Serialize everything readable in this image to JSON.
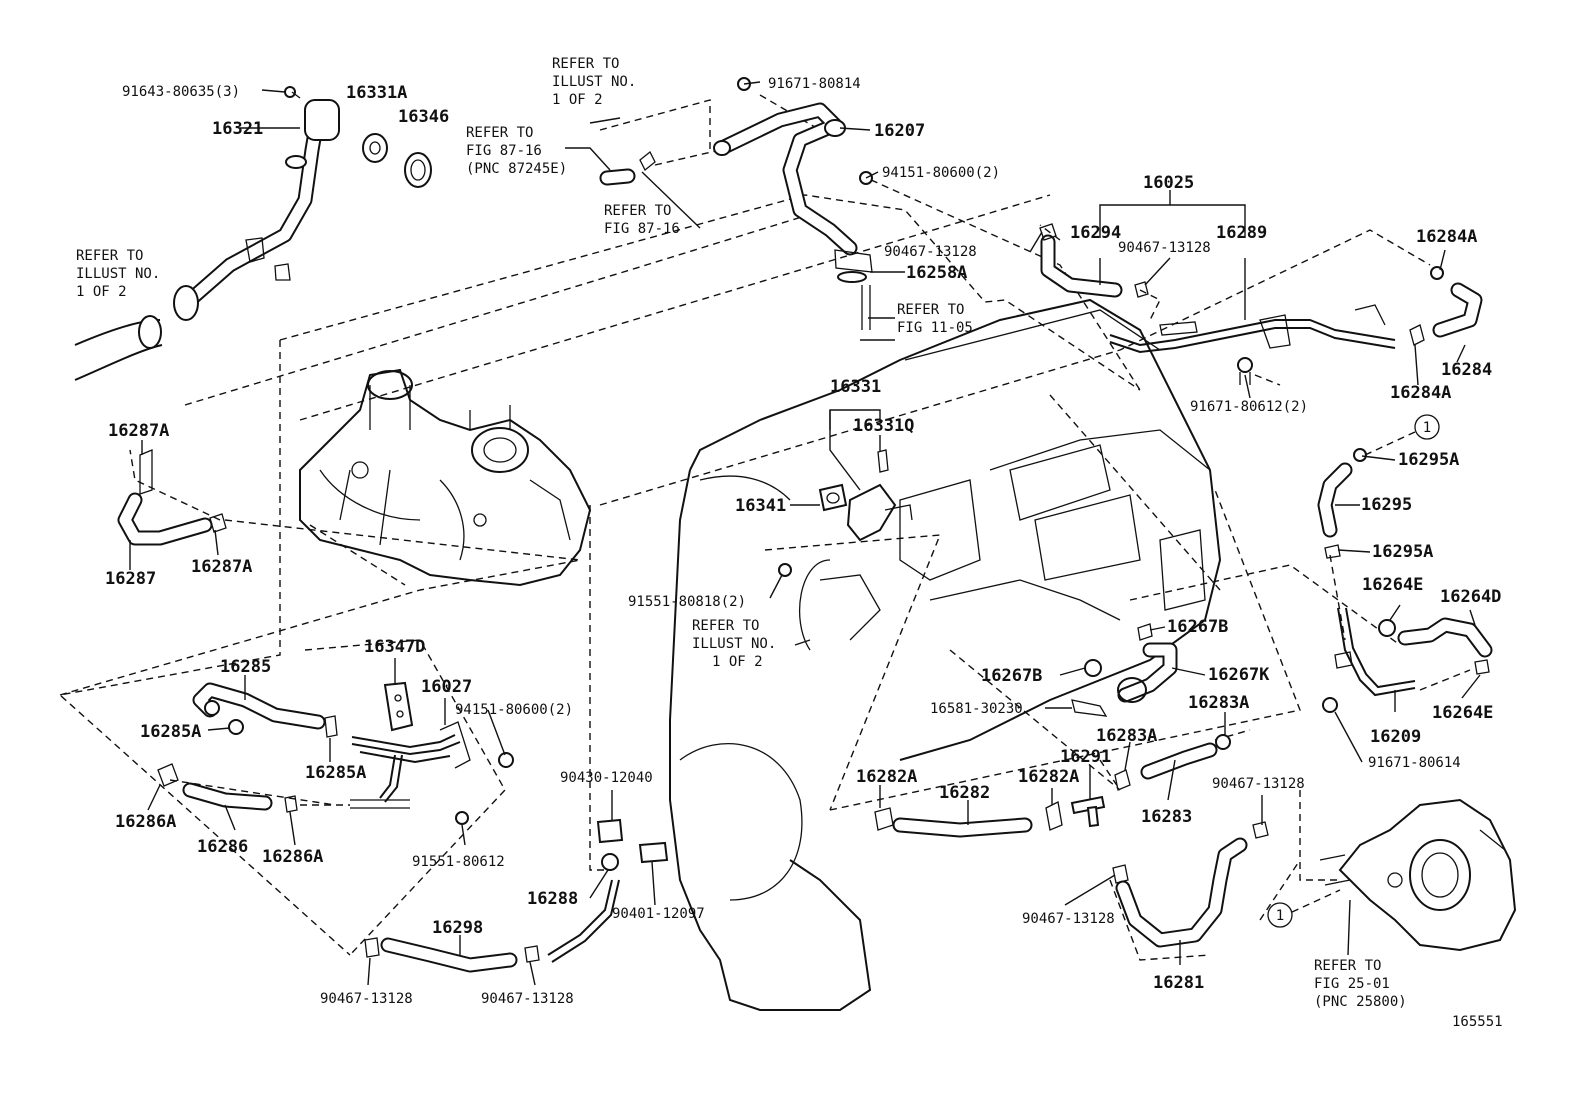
{
  "diagram_id": "165551",
  "callout_symbol": "1",
  "labels": {
    "l_91643_80635": "91643-80635(3)",
    "l_16331A": "16331A",
    "l_16346": "16346",
    "l_16321": "16321",
    "l_refer_illust_top_1": "REFER TO",
    "l_refer_illust_top_2": "ILLUST NO.",
    "l_refer_illust_top_3": "1 OF 2",
    "l_91671_80814": "91671-80814",
    "l_refer_87_16_a_1": "REFER TO",
    "l_refer_87_16_a_2": "FIG 87-16",
    "l_refer_87_16_a_3": "(PNC 87245E)",
    "l_16207": "16207",
    "l_refer_87_16_b_1": "REFER TO",
    "l_refer_87_16_b_2": "FIG 87-16",
    "l_94151_80600_top": "94151-80600(2)",
    "l_16025": "16025",
    "l_refer_illust_left_1": "REFER TO",
    "l_refer_illust_left_2": "ILLUST NO.",
    "l_refer_illust_left_3": "1 OF 2",
    "l_90467_13128_a": "90467-13128",
    "l_16294": "16294",
    "l_90467_13128_b": "90467-13128",
    "l_16289": "16289",
    "l_16284A_top": "16284A",
    "l_16258A": "16258A",
    "l_refer_11_05_1": "REFER TO",
    "l_refer_11_05_2": "FIG 11-05",
    "l_16284": "16284",
    "l_16284A_bottom": "16284A",
    "l_91671_80612": "91671-80612(2)",
    "l_16331": "16331",
    "l_16287A_top": "16287A",
    "l_16331Q": "16331Q",
    "l_16295A_top": "16295A",
    "l_16295": "16295",
    "l_16341": "16341",
    "l_16287": "16287",
    "l_16287A_bottom": "16287A",
    "l_16295A_bottom": "16295A",
    "l_91551_80818": "91551-80818(2)",
    "l_16264E_top": "16264E",
    "l_16264D": "16264D",
    "l_refer_illust_mid_1": "REFER TO",
    "l_refer_illust_mid_2": "ILLUST NO.",
    "l_refer_illust_mid_3": "1 OF 2",
    "l_16267B_right": "16267B",
    "l_16347D": "16347D",
    "l_16285": "16285",
    "l_16027": "16027",
    "l_16267B_left": "16267B",
    "l_16267K": "16267K",
    "l_94151_80600_mid": "94151-80600(2)",
    "l_16581_30230": "16581-30230",
    "l_16283A_top": "16283A",
    "l_16264E_bottom": "16264E",
    "l_16209": "16209",
    "l_16285A_left": "16285A",
    "l_16283A_mid": "16283A",
    "l_16291": "16291",
    "l_91671_80614": "91671-80614",
    "l_16285A_mid": "16285A",
    "l_90430_12040": "90430-12040",
    "l_16282A_left": "16282A",
    "l_16282": "16282",
    "l_16282A_right": "16282A",
    "l_90467_13128_c": "90467-13128",
    "l_16286A_left": "16286A",
    "l_16283": "16283",
    "l_16286": "16286",
    "l_16286A_right": "16286A",
    "l_91551_80612": "91551-80612",
    "l_16288": "16288",
    "l_90401_12097": "90401-12097",
    "l_90467_13128_d": "90467-13128",
    "l_16298": "16298",
    "l_16281": "16281",
    "l_refer_25_01_1": "REFER TO",
    "l_refer_25_01_2": "FIG 25-01",
    "l_refer_25_01_3": "(PNC 25800)",
    "l_90467_13128_e": "90467-13128",
    "l_90467_13128_f": "90467-13128"
  }
}
